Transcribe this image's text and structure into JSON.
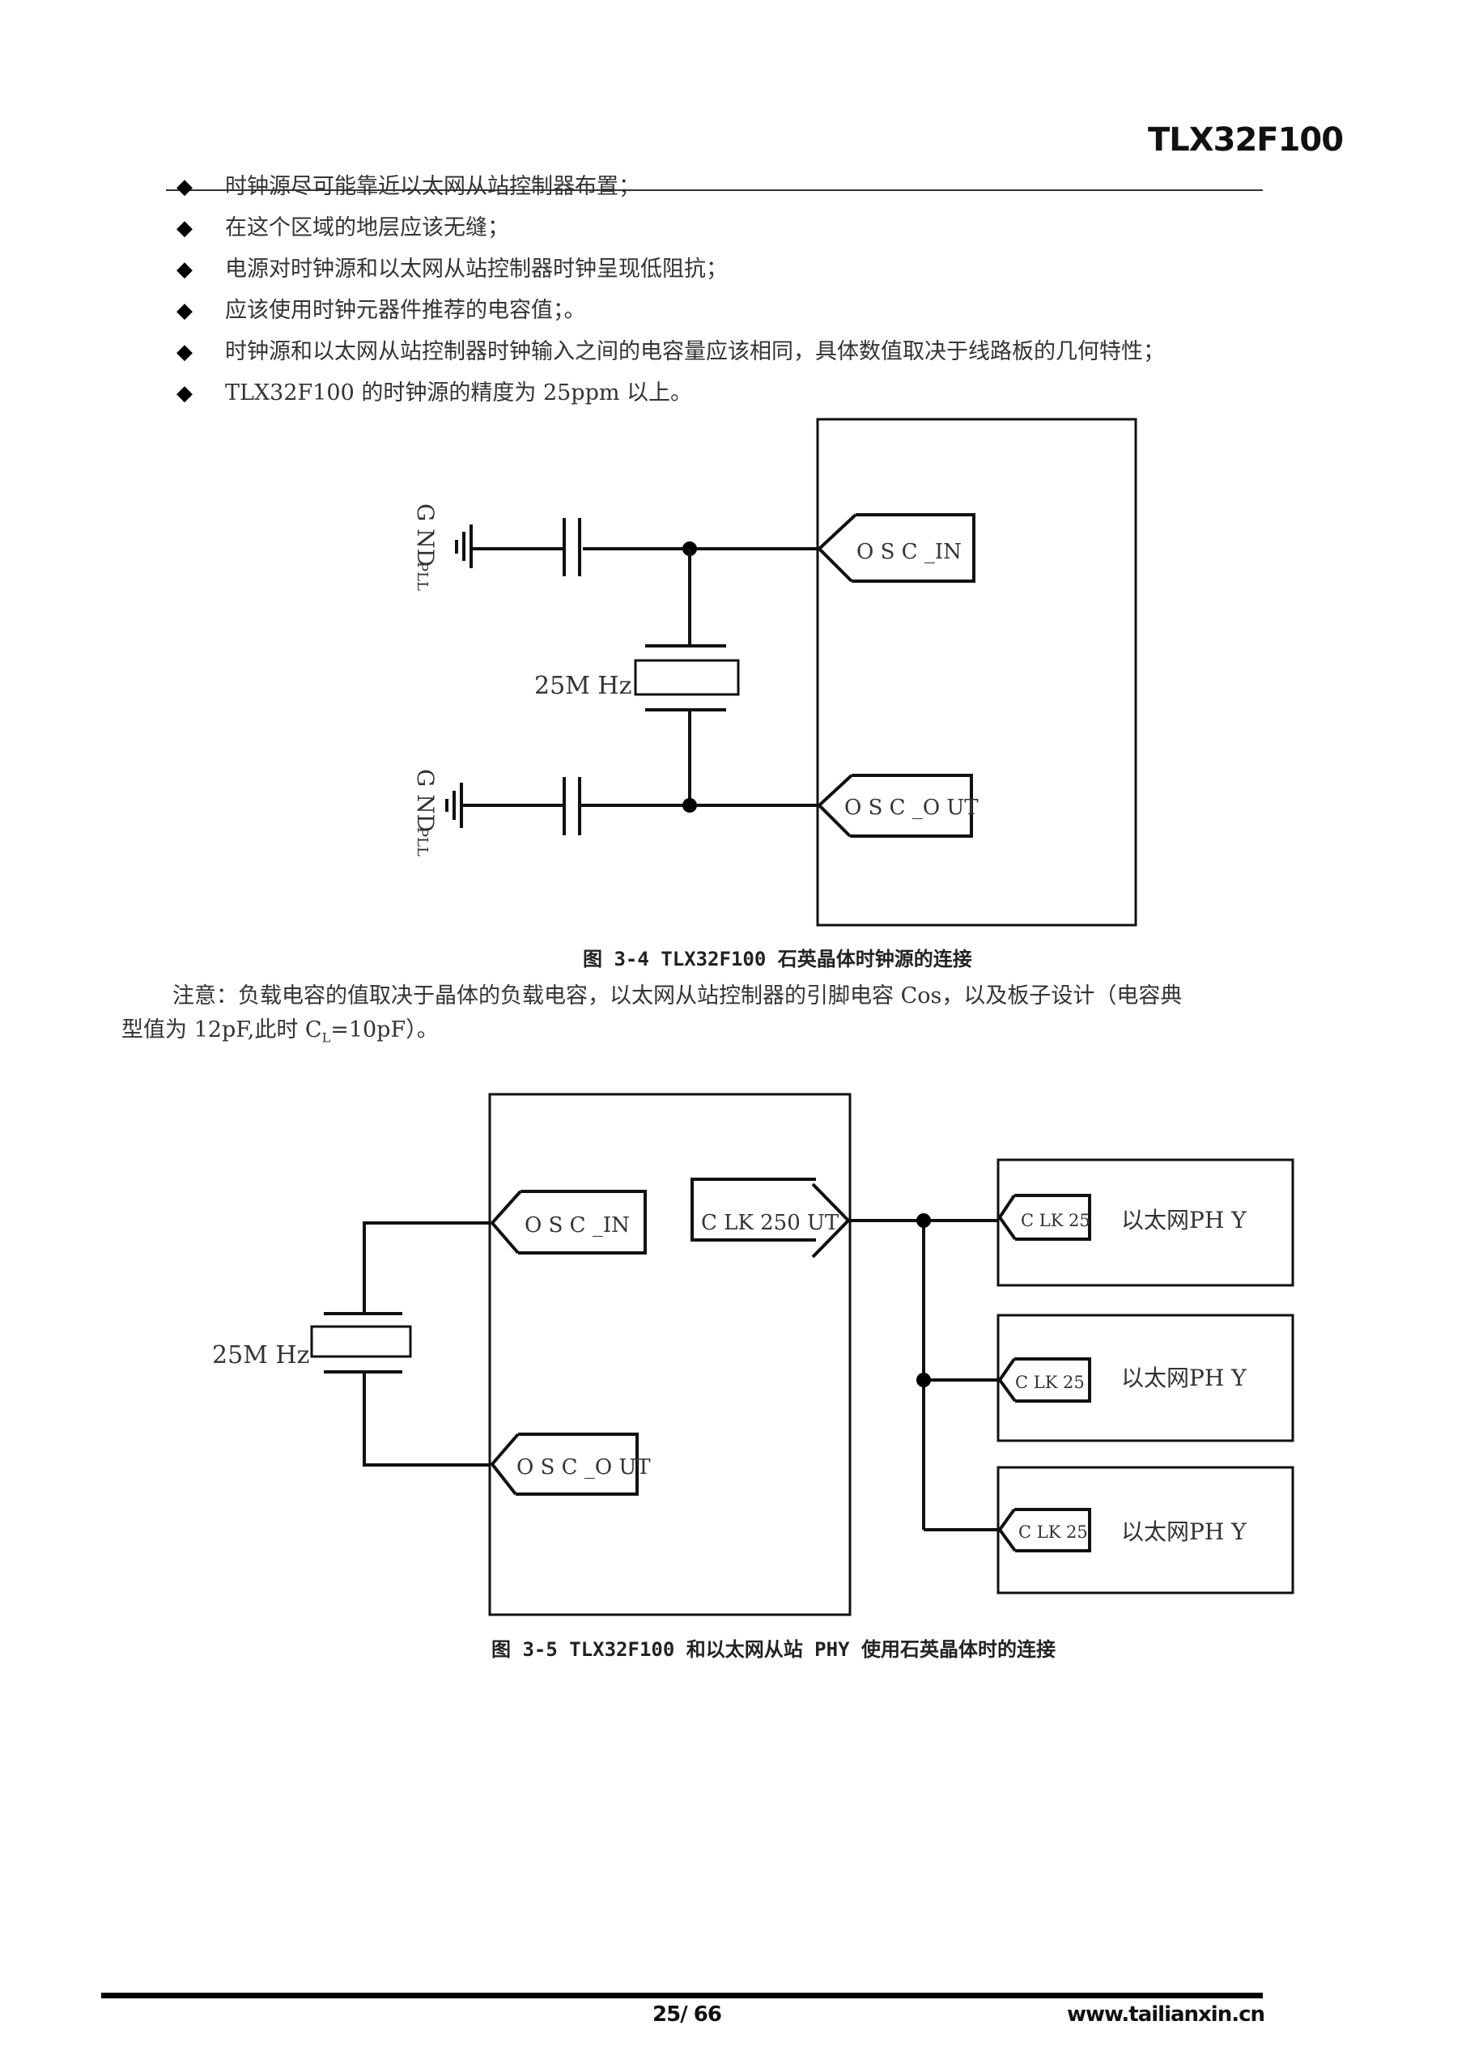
{
  "header": {
    "doc_title": "TLX32F100"
  },
  "bullets": [
    {
      "icon": "diamond-bullet-icon",
      "text": "时钟源尽可能靠近以太网从站控制器布置；"
    },
    {
      "icon": "diamond-bullet-icon",
      "text": "在这个区域的地层应该无缝；"
    },
    {
      "icon": "diamond-bullet-icon",
      "text": "电源对时钟源和以太网从站控制器时钟呈现低阻抗；"
    },
    {
      "icon": "diamond-bullet-icon",
      "text": "应该使用时钟元器件推荐的电容值；。"
    },
    {
      "icon": "diamond-bullet-icon",
      "text": "时钟源和以太网从站控制器时钟输入之间的电容量应该相同，具体数值取决于线路板的几何特性；"
    },
    {
      "icon": "diamond-bullet-icon",
      "text": "TLX32F100 的时钟源的精度为 25ppm 以上。"
    }
  ],
  "figure_3_4": {
    "caption": "图 3-4 TLX32F100 石英晶体时钟源的连接",
    "pin_osc_in": "O S C _IN",
    "pin_osc_out": "O S C _O UT",
    "crystal_label": "25M Hz",
    "gnd_label_top": "G ND",
    "gnd_sub_top": "PLL",
    "gnd_label_bottom": "G ND",
    "gnd_sub_bottom": "PLL"
  },
  "note": {
    "line1": "注意：负载电容的值取决于晶体的负载电容，以太网从站控制器的引脚电容 Cos，以及板子设计（电容典",
    "line2_prefix": "型值为 12pF,此时 C",
    "line2_sub": "L",
    "line2_suffix": "=10pF）。"
  },
  "figure_3_5": {
    "caption": "图 3-5 TLX32F100 和以太网从站 PHY 使用石英晶体时的连接",
    "pin_osc_in": "O S C _IN",
    "pin_osc_out": "O S C _O UT",
    "pin_clk_out": "C LK 250 UT",
    "crystal_label": "25M Hz",
    "phys": [
      {
        "pin": "C LK 25",
        "label": "以太网PH Y"
      },
      {
        "pin": "C LK 25",
        "label": "以太网PH Y"
      },
      {
        "pin": "C LK 25",
        "label": "以太网PH Y"
      }
    ]
  },
  "footer": {
    "page": "25/ 66",
    "url": "www.tailianxin.cn"
  }
}
